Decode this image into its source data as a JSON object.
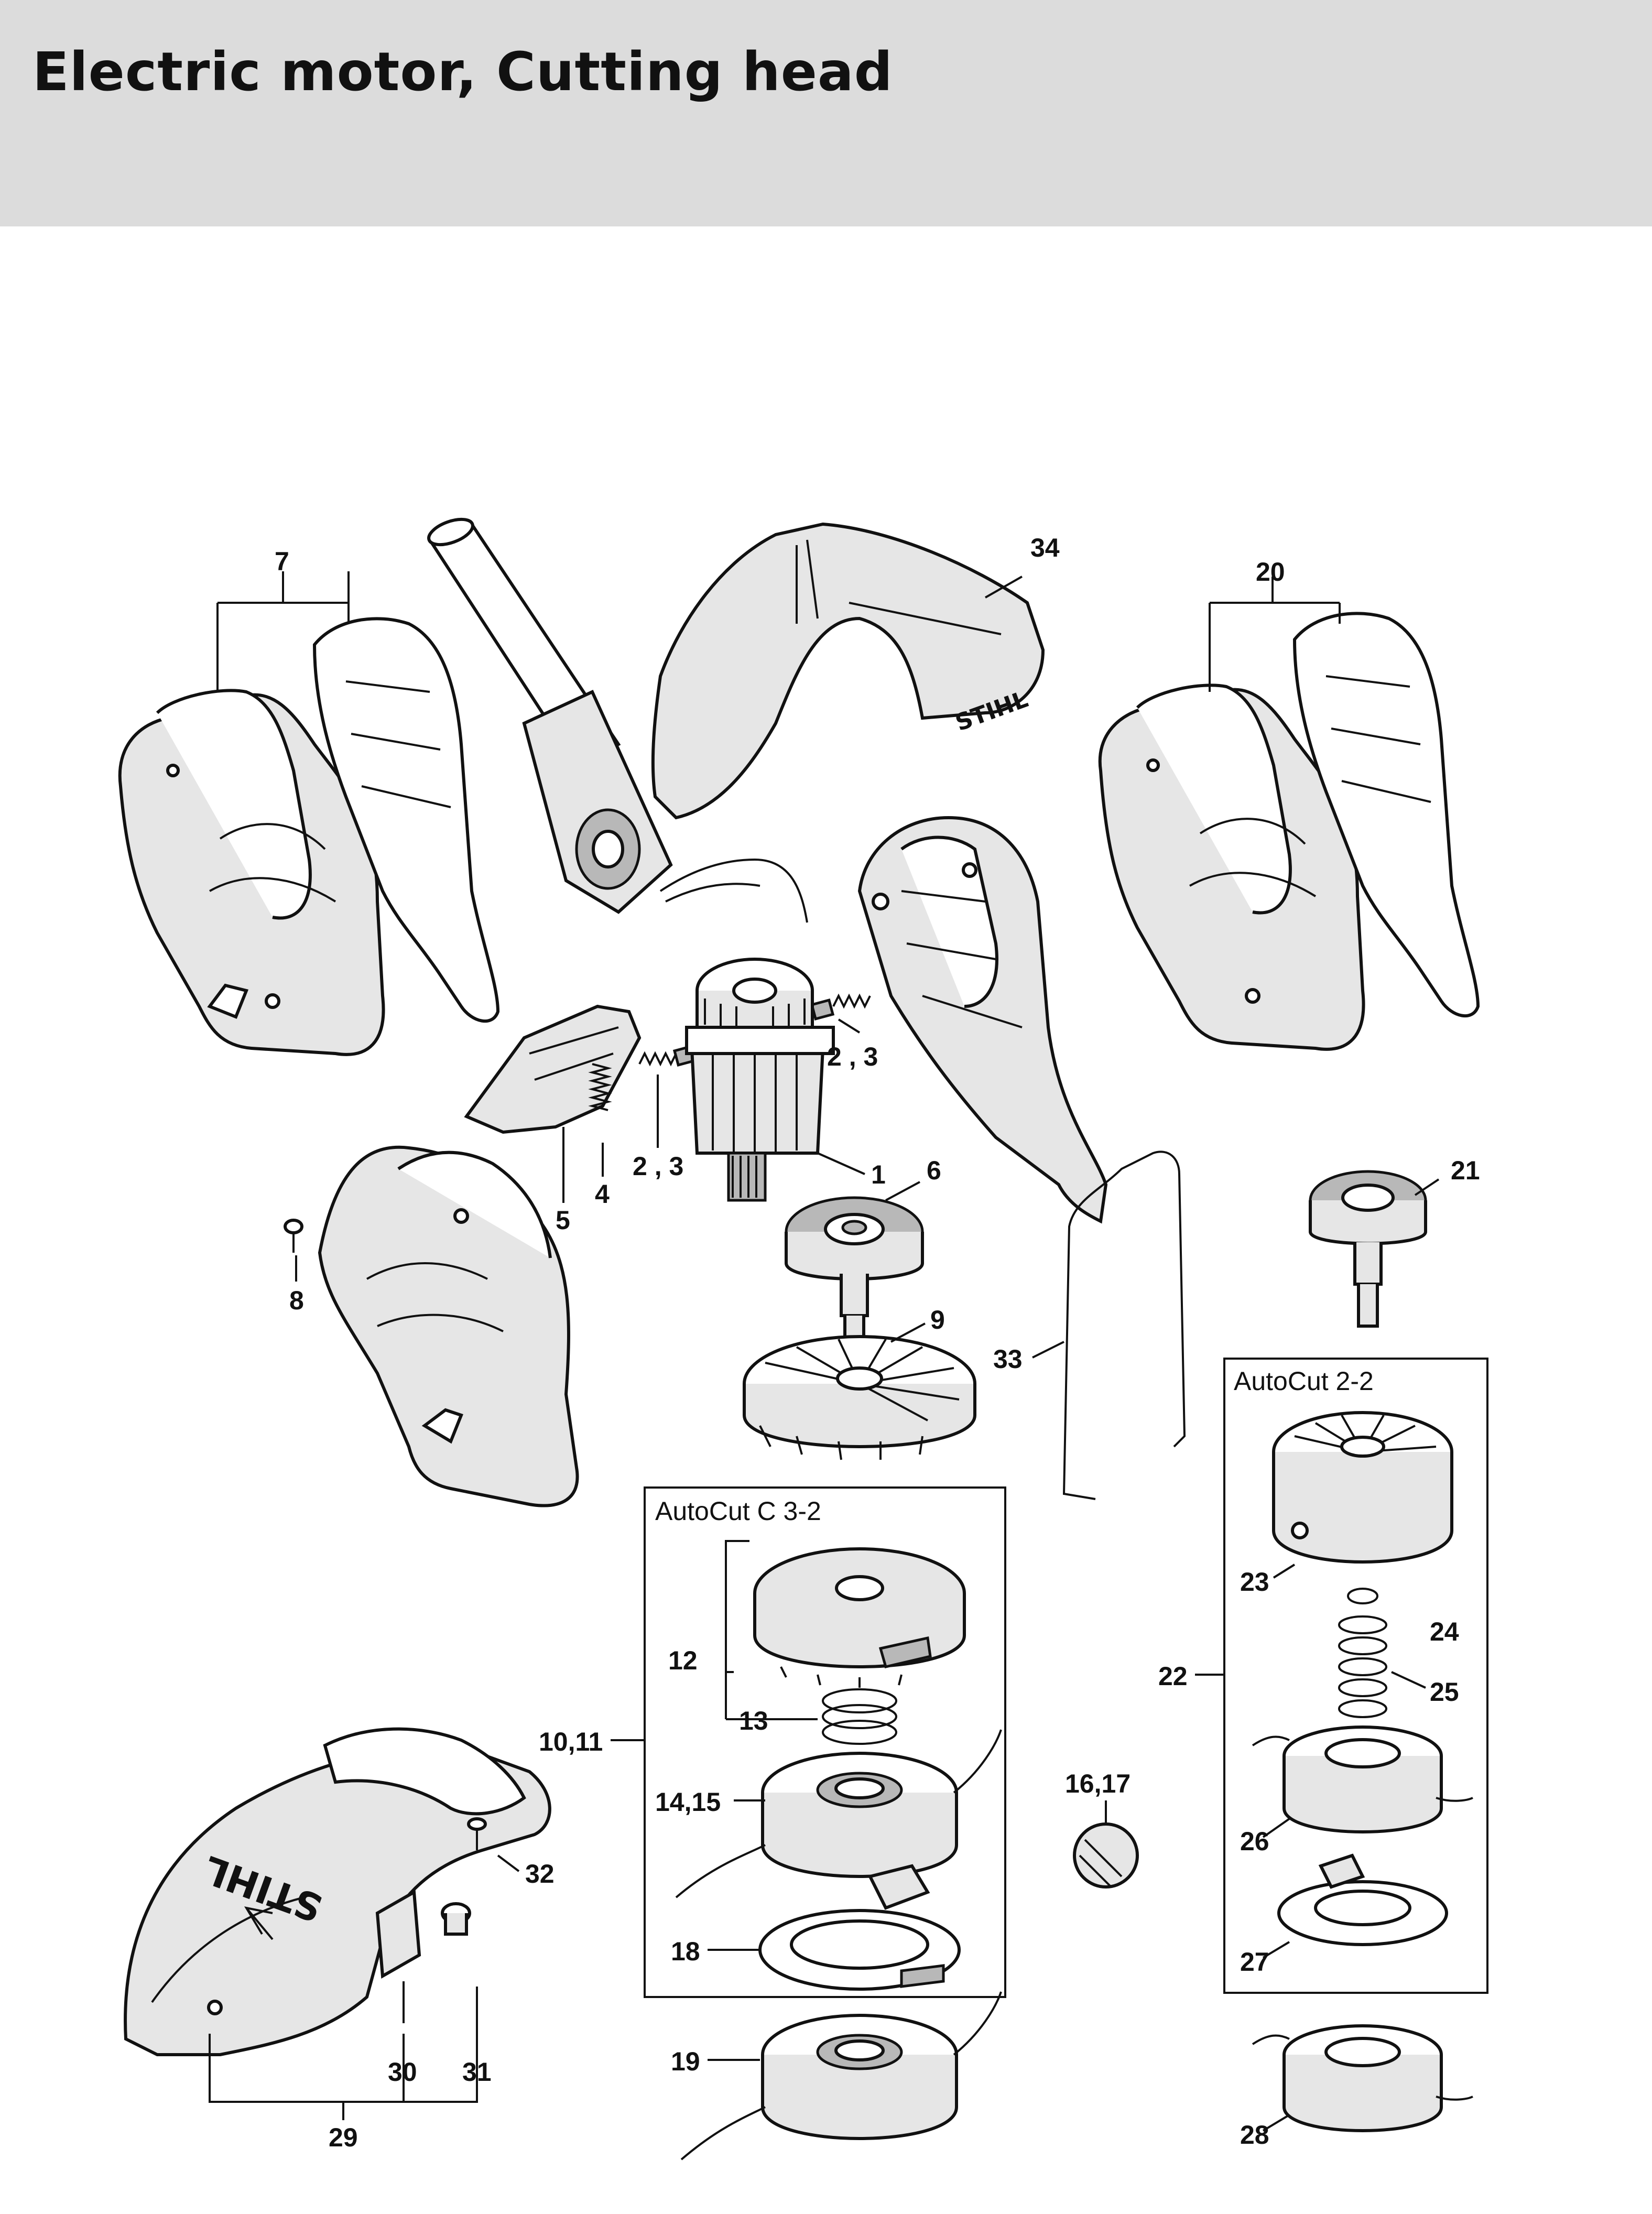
{
  "header": {
    "title": "Electric motor, Cutting head"
  },
  "boxes": {
    "autocut_c32": "AutoCut C 3-2",
    "autocut_22": "AutoCut 2-2"
  },
  "brand_mark": "STIHL",
  "callouts": {
    "c1": "1",
    "c23a": "2 , 3",
    "c23b": "2 , 3",
    "c4": "4",
    "c5": "5",
    "c6": "6",
    "c7": "7",
    "c8": "8",
    "c9": "9",
    "c1011": "10,11",
    "c12": "12",
    "c13": "13",
    "c1415": "14,15",
    "c1617": "16,17",
    "c18": "18",
    "c19": "19",
    "c20": "20",
    "c21": "21",
    "c22": "22",
    "c23": "23",
    "c24": "24",
    "c25": "25",
    "c26": "26",
    "c27": "27",
    "c28": "28",
    "c29": "29",
    "c30": "30",
    "c31": "31",
    "c32": "32",
    "c33": "33",
    "c34": "34"
  }
}
